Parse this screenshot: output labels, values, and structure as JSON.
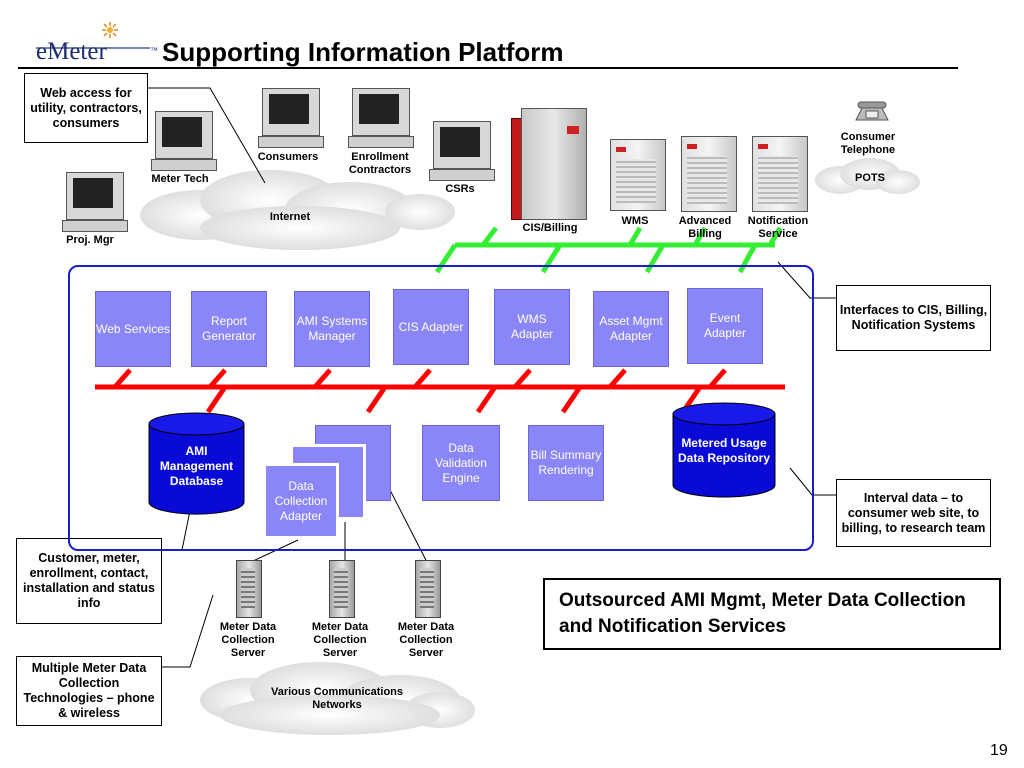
{
  "header": {
    "logo_text": "eMeter",
    "logo_tm": "™",
    "title": "Supporting Information Platform",
    "slide_number": "19"
  },
  "users": {
    "consumers": "Consumers",
    "enrollment": "Enrollment Contractors",
    "meter_tech": "Meter Tech",
    "proj_mgr": "Proj. Mgr",
    "csrs": "CSRs",
    "consumer_telephone": "Consumer Telephone"
  },
  "networks": {
    "internet": "Internet",
    "pots": "POTS",
    "various": "Various Communications Networks"
  },
  "systems": {
    "cis_billing": "CIS/Billing",
    "wms": "WMS",
    "advanced_billing": "Advanced Billing",
    "notification_service": "Notification Service"
  },
  "callouts": {
    "web_access": "Web access for utility, contractors, consumers",
    "interfaces": "Interfaces to CIS, Billing, Notification Systems",
    "interval_data": "Interval data – to consumer web site, to billing, to research team",
    "customer_meter": "Customer, meter, enrollment, contact, installation and status info",
    "multiple_meter": "Multiple Meter Data Collection Technologies – phone & wireless"
  },
  "platform": {
    "modules": {
      "web_services": "Web Services",
      "report_generator": "Report Generator",
      "ami_systems_manager": "AMI Systems Manager",
      "cis_adapter": "CIS Adapter",
      "wms_adapter": "WMS Adapter",
      "asset_mgmt_adapter": "Asset Mgmt Adapter",
      "event_adapter": "Event Adapter",
      "data_validation_engine": "Data Validation Engine",
      "bill_summary_rendering": "Bill Summary Rendering",
      "data_collection_adapter": "Data Collection Adapter"
    },
    "databases": {
      "ami_management": "AMI Management Database",
      "metered_usage": "Metered Usage Data Repository"
    }
  },
  "servers": {
    "s1": "Meter Data Collection Server",
    "s2": "Meter Data Collection Server",
    "s3": "Meter Data Collection Server"
  },
  "outsourced": "Outsourced AMI Mgmt, Meter Data Collection and Notification Services",
  "colors": {
    "module_fill": "#8b86f7",
    "database_fill": "#0a0ad6",
    "bus_red": "#ff0000",
    "bus_green": "#33ee33",
    "platform_border": "#1c1ccf"
  }
}
